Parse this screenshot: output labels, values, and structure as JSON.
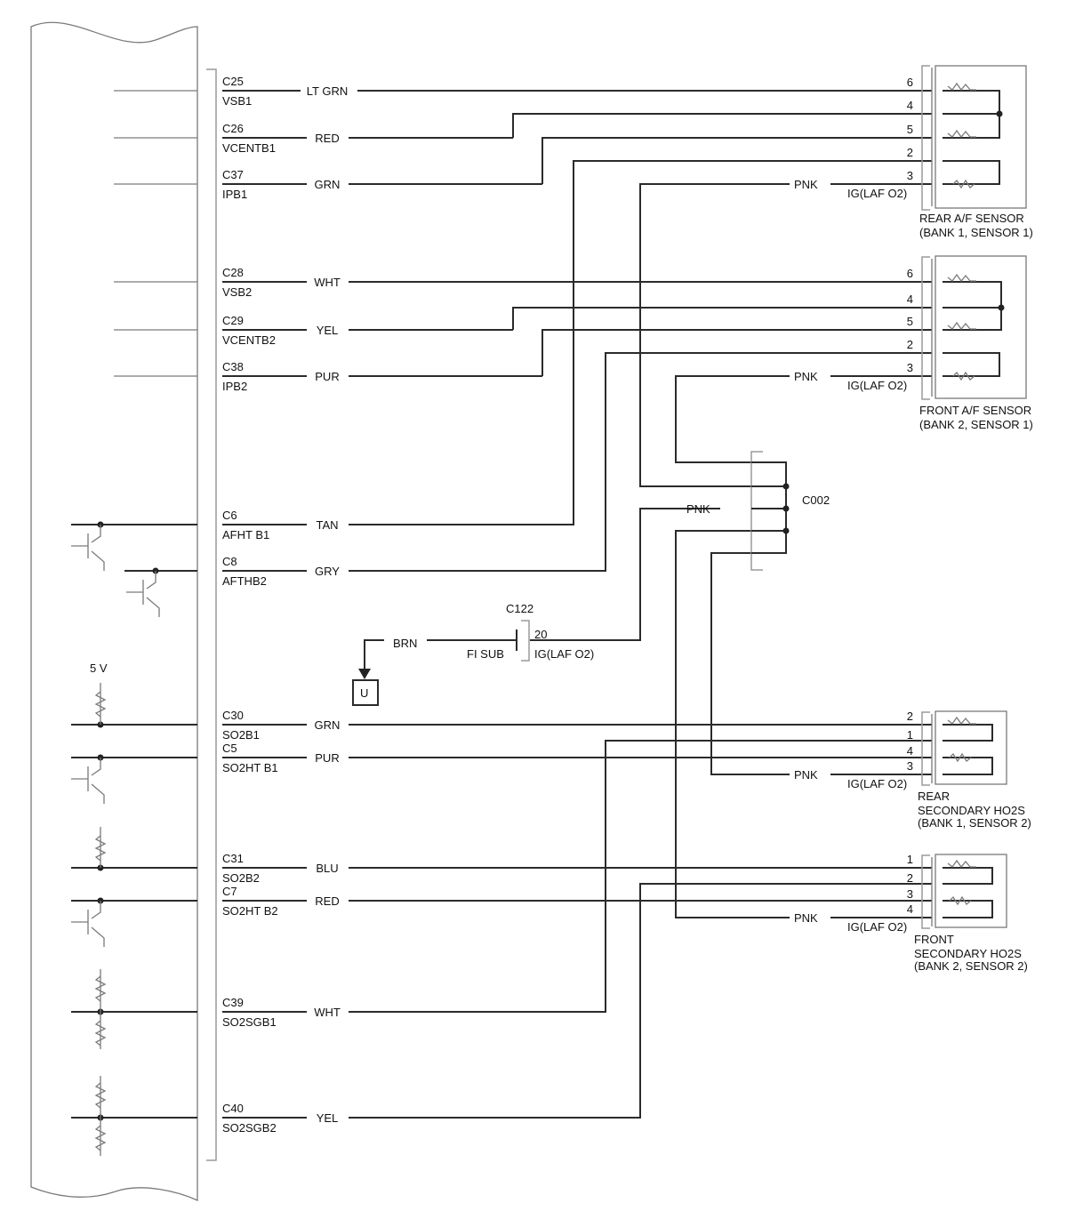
{
  "ecm_pins": [
    {
      "pin": "C25",
      "name": "VSB1",
      "color": "LT GRN"
    },
    {
      "pin": "C26",
      "name": "VCENTB1",
      "color": "RED"
    },
    {
      "pin": "C37",
      "name": "IPB1",
      "color": "GRN"
    },
    {
      "pin": "C28",
      "name": "VSB2",
      "color": "WHT"
    },
    {
      "pin": "C29",
      "name": "VCENTB2",
      "color": "YEL"
    },
    {
      "pin": "C38",
      "name": "IPB2",
      "color": "PUR"
    },
    {
      "pin": "C6",
      "name": "AFHT B1",
      "color": "TAN"
    },
    {
      "pin": "C8",
      "name": "AFTHB2",
      "color": "GRY"
    },
    {
      "pin": "C30",
      "name": "SO2B1",
      "color": "GRN"
    },
    {
      "pin": "C5",
      "name": "SO2HT B1",
      "color": "PUR"
    },
    {
      "pin": "C31",
      "name": "SO2B2",
      "color": "BLU"
    },
    {
      "pin": "C7",
      "name": "SO2HT B2",
      "color": "RED"
    },
    {
      "pin": "C39",
      "name": "SO2SGB1",
      "color": "WHT"
    },
    {
      "pin": "C40",
      "name": "SO2SGB2",
      "color": "YEL"
    }
  ],
  "sensors": [
    {
      "line1": "REAR A/F SENSOR",
      "line2": "(BANK 1, SENSOR 1)",
      "line3": "",
      "pins": [
        "6",
        "4",
        "5",
        "2",
        "3"
      ]
    },
    {
      "line1": "FRONT A/F SENSOR",
      "line2": "(BANK 2, SENSOR 1)",
      "line3": "",
      "pins": [
        "6",
        "4",
        "5",
        "2",
        "3"
      ]
    },
    {
      "line1": "REAR",
      "line2": "SECONDARY HO2S",
      "line3": "(BANK 1, SENSOR 2)",
      "pins": [
        "2",
        "1",
        "4",
        "3"
      ]
    },
    {
      "line1": "FRONT",
      "line2": "SECONDARY HO2S",
      "line3": "(BANK 2, SENSOR 2)",
      "pins": [
        "1",
        "2",
        "3",
        "4"
      ]
    }
  ],
  "power_wire": {
    "color": "PNK",
    "circuit": "IG(LAF O2)"
  },
  "splice": {
    "label": "C002"
  },
  "fuse_connector": {
    "label": "C122",
    "pin": "20",
    "source": "FI SUB",
    "wire": "BRN",
    "circuit": "IG(LAF O2)",
    "ref": "U"
  },
  "supply_voltage": "5 V"
}
